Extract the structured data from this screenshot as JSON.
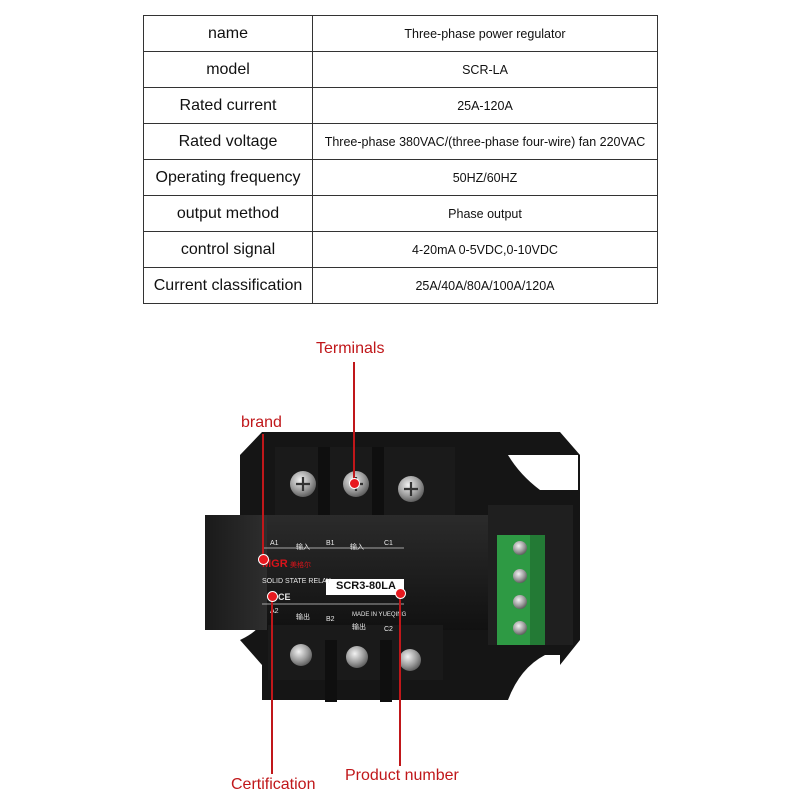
{
  "spec_table": {
    "rows": [
      {
        "label": "name",
        "value": "Three-phase power regulator"
      },
      {
        "label": "model",
        "value": "SCR-LA"
      },
      {
        "label": "Rated current",
        "value": "25A-120A"
      },
      {
        "label": "Rated voltage",
        "value": "Three-phase 380VAC/(three-phase four-wire) fan 220VAC"
      },
      {
        "label": "Operating frequency",
        "value": "50HZ/60HZ"
      },
      {
        "label": "output method",
        "value": "Phase output"
      },
      {
        "label": "control signal",
        "value": "4-20mA  0-5VDC,0-10VDC"
      },
      {
        "label": "Current classification",
        "value": "25A/40A/80A/100A/120A"
      }
    ]
  },
  "callouts": {
    "terminals": "Terminals",
    "brand": "brand",
    "certification": "Certification",
    "product_number": "Product number"
  },
  "device": {
    "brand_logo": "MGR",
    "brand_chinese": "美格尔",
    "relay_type": "SOLID STATE RELAY",
    "model_number": "SCR3-80LA",
    "ce_mark": "CE",
    "made_in": "MADE IN YUEQING",
    "top_terminals": [
      "A1",
      "B1",
      "C1"
    ],
    "bottom_terminals": [
      "A2",
      "B2",
      "C2"
    ],
    "input_label": "输入",
    "output_label": "输出"
  },
  "colors": {
    "callout_red": "#c0171a",
    "relay_body": "#1b1b1b",
    "terminal_block_green": "#2e9a44"
  }
}
